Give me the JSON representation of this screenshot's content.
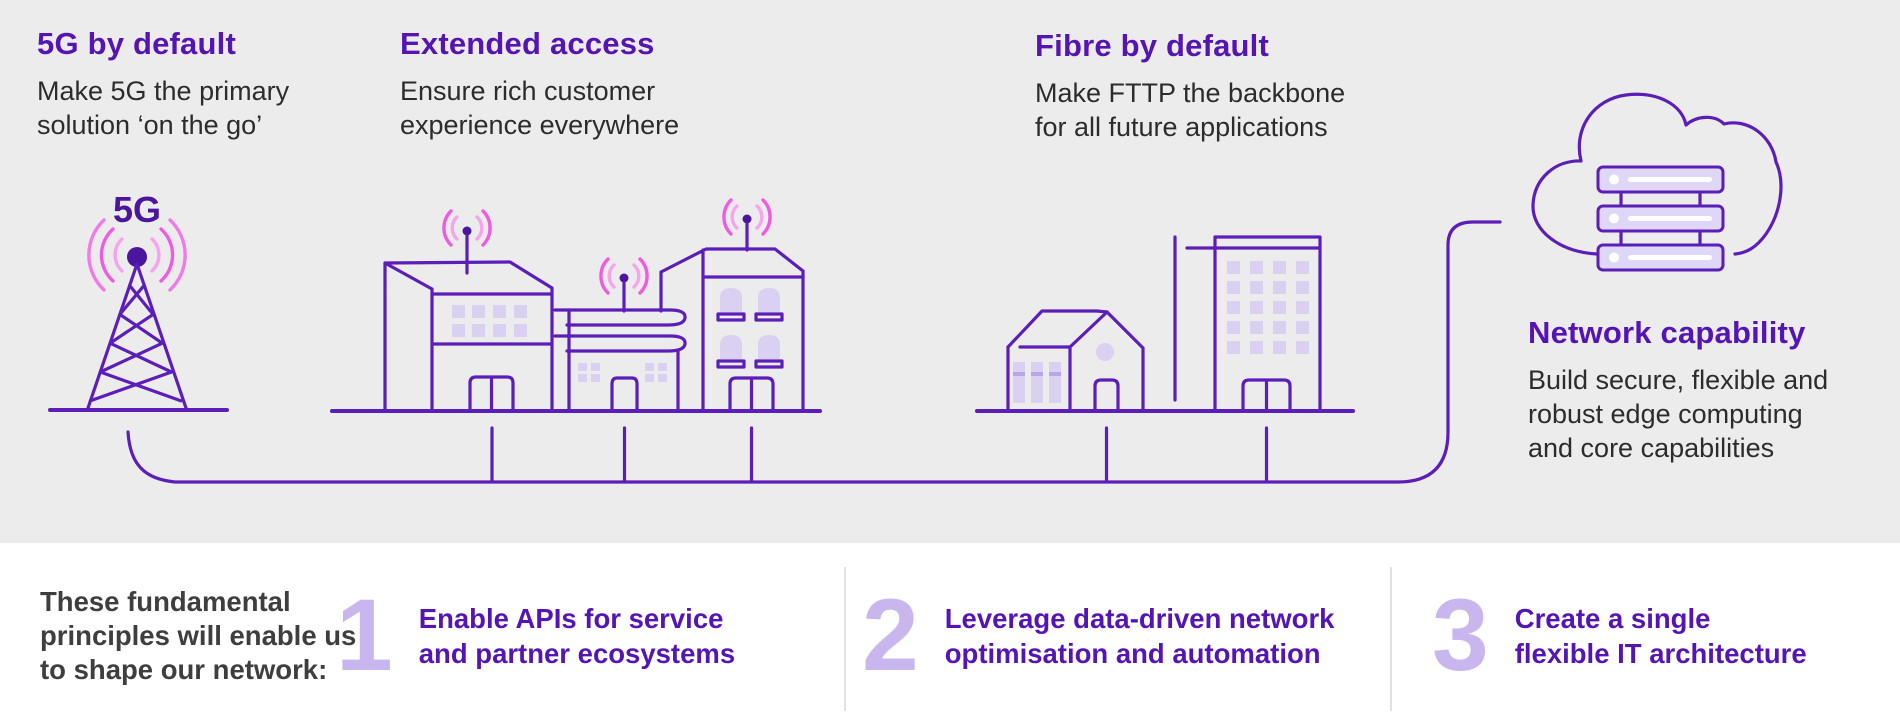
{
  "slide": {
    "background_top": "#ececec",
    "background_bottom": "#ffffff",
    "accent_purple": "#5514b4",
    "line_purple": "#5b1eb9",
    "wave_pink": "#ee5ce2",
    "number_lavender": "#c9b6ee"
  },
  "principles": [
    {
      "title": "5G by default",
      "description": "Make 5G the primary solution ‘on the go’",
      "description_lines": [
        "Make 5G the primary",
        "solution ‘on the go’"
      ],
      "icon": "5g-mast-icon",
      "icon_label": "5G"
    },
    {
      "title": "Extended access",
      "description": "Ensure rich customer experience everywhere",
      "description_lines": [
        "Ensure rich customer",
        "experience everywhere"
      ],
      "icon": "buildings-antennas-icon"
    },
    {
      "title": "Fibre by default",
      "description": "Make FTTP the backbone for all future applications",
      "description_lines": [
        "Make FTTP the backbone",
        "for all future applications"
      ],
      "icon": "house-and-tower-building-icon"
    },
    {
      "title": "Network capability",
      "description": "Build secure, flexible and robust edge computing and core capabilities",
      "description_lines": [
        "Build secure, flexible and",
        "robust edge computing",
        "and core capabilities"
      ],
      "icon": "cloud-servers-icon"
    }
  ],
  "footer": {
    "intro": "These fundamental principles will enable us to shape our network:",
    "intro_lines": [
      "These fundamental",
      "principles will enable us",
      "to shape our network:"
    ],
    "items": [
      {
        "number": "1",
        "label": "Enable APIs for service and partner ecosystems",
        "label_lines": [
          "Enable APIs for service",
          "and partner ecosystems"
        ]
      },
      {
        "number": "2",
        "label": "Leverage data-driven network optimisation and automation",
        "label_lines": [
          "Leverage data-driven network",
          "optimisation and automation"
        ]
      },
      {
        "number": "3",
        "label": "Create a single flexible IT architecture",
        "label_lines": [
          "Create a single",
          "flexible IT architecture"
        ]
      }
    ]
  }
}
